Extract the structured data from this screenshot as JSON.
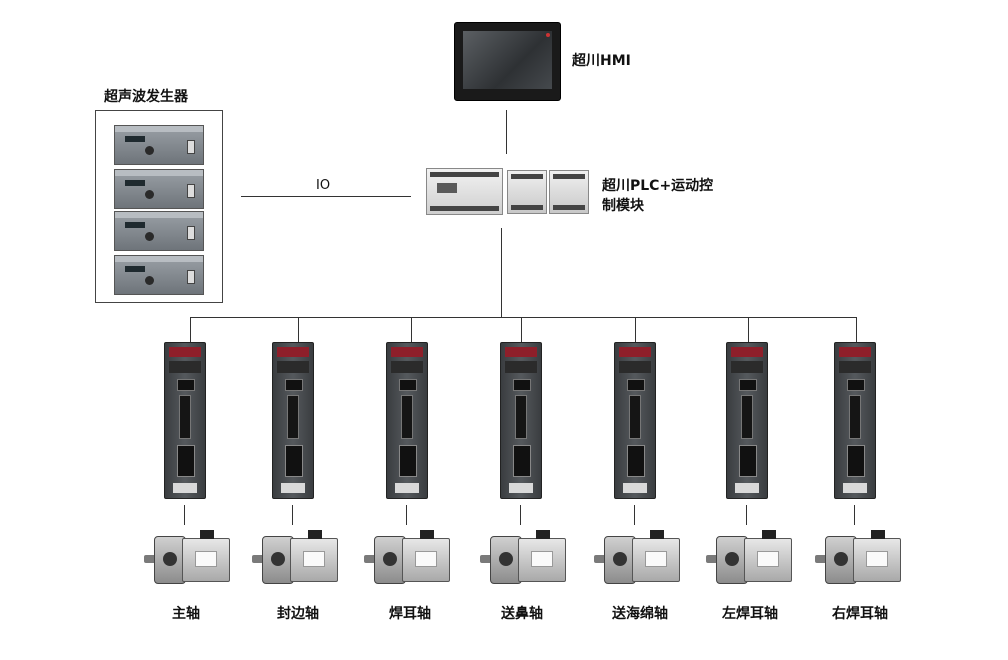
{
  "hmi": {
    "label": "超川HMI"
  },
  "plc": {
    "label_line1": "超川PLC+运动控",
    "label_line2": "制模块"
  },
  "generator": {
    "label": "超声波发生器",
    "unit_count": 4
  },
  "io_link": {
    "label": "IO"
  },
  "axes": [
    {
      "label": "主轴"
    },
    {
      "label": "封边轴"
    },
    {
      "label": "焊耳轴"
    },
    {
      "label": "送鼻轴"
    },
    {
      "label": "送海绵轴"
    },
    {
      "label": "左焊耳轴"
    },
    {
      "label": "右焊耳轴"
    }
  ],
  "colors": {
    "line": "#333333",
    "drive_display": "#8e1f2a"
  }
}
